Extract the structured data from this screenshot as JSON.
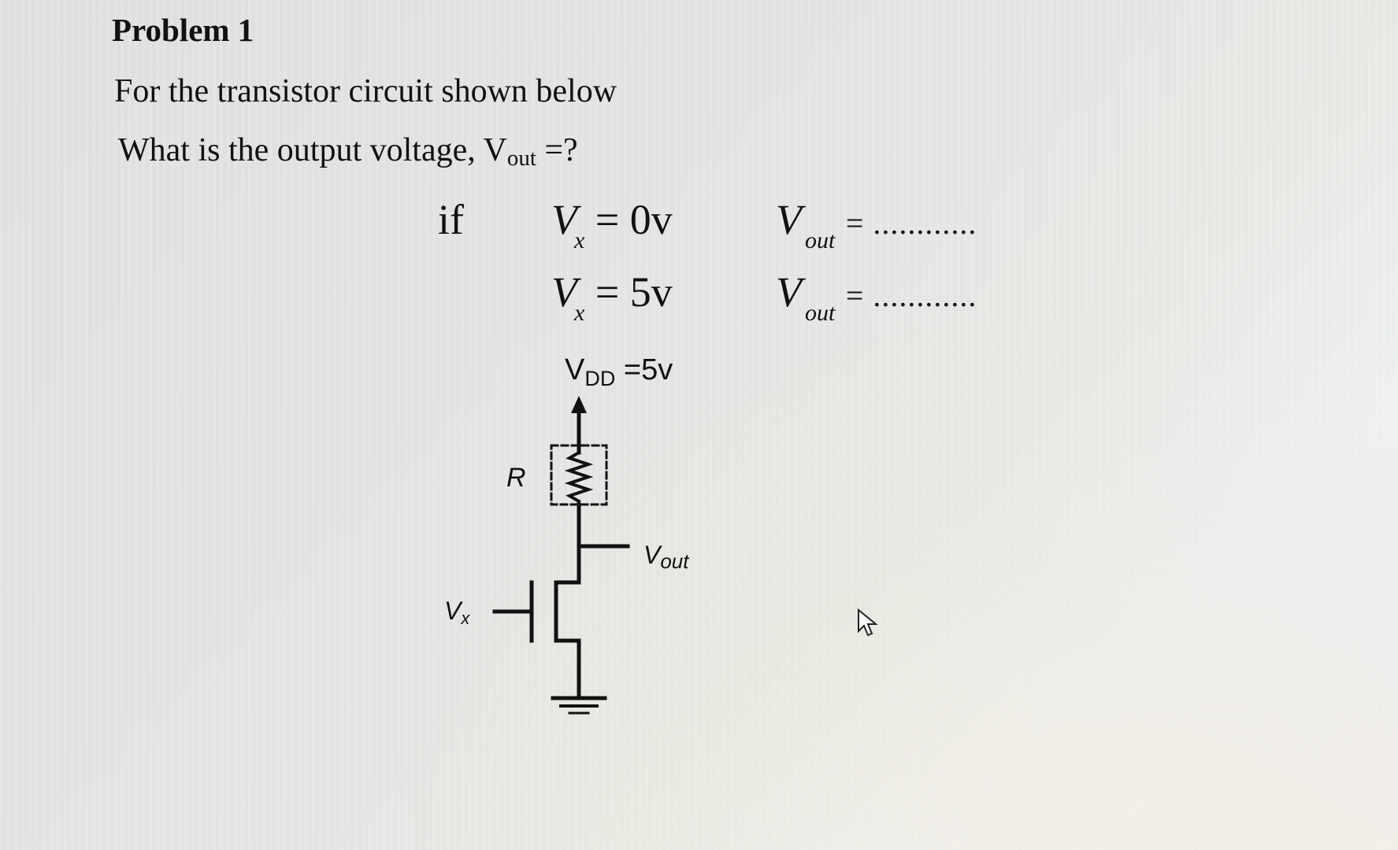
{
  "problem": {
    "title": "Problem 1",
    "line1": "For the transistor circuit shown below",
    "line2_text": "What is the output voltage, V",
    "line2_sub": "out",
    "line2_end": " =?"
  },
  "conditions": {
    "if_word": "if",
    "rows": [
      {
        "var": "V",
        "var_sub": "x",
        "value": "= 0v",
        "out": "V",
        "out_sub": "out",
        "answer": "= ............"
      },
      {
        "var": "V",
        "var_sub": "x",
        "value": "= 5v",
        "out": "V",
        "out_sub": "out",
        "answer": "= ............"
      }
    ]
  },
  "circuit": {
    "vdd_main": "V",
    "vdd_sub": "DD",
    "vdd_value": " =5v",
    "resistor_label": "R",
    "vout_main": "V",
    "vout_sub": "out",
    "vx_main": "V",
    "vx_sub": "x"
  }
}
